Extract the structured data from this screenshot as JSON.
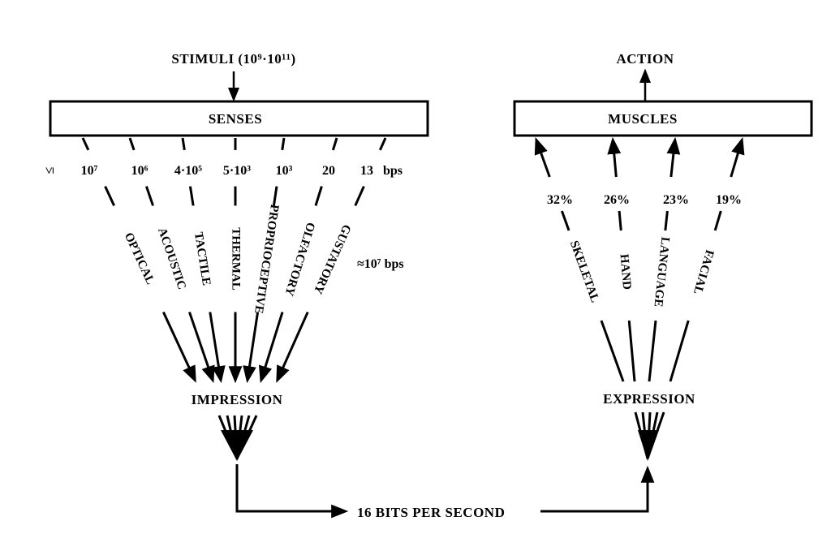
{
  "diagram": {
    "stimuli": {
      "label": "STIMULI (10⁹·10¹¹)"
    },
    "senses_box": {
      "label": "SENSES"
    },
    "sense_prefix": "≤",
    "sense_unit": "bps",
    "senses": [
      {
        "name": "OPTICAL",
        "rate": "10⁷"
      },
      {
        "name": "ACOUSTIC",
        "rate": "10⁶"
      },
      {
        "name": "TACTILE",
        "rate": "4·10⁵"
      },
      {
        "name": "THERMAL",
        "rate": "5·10³"
      },
      {
        "name": "PROPRIOCEPTIVE",
        "rate": "10³"
      },
      {
        "name": "OLFACTORY",
        "rate": "20"
      },
      {
        "name": "GUSTATORY",
        "rate": "13"
      }
    ],
    "total_input": "≈10⁷ bps",
    "impression": {
      "label": "IMPRESSION"
    },
    "channel": {
      "label": "16 BITS PER SECOND"
    },
    "expression": {
      "label": "EXPRESSION"
    },
    "muscles_box": {
      "label": "MUSCLES"
    },
    "action": {
      "label": "ACTION"
    },
    "outputs": [
      {
        "name": "SKELETAL",
        "share": "32%"
      },
      {
        "name": "HAND",
        "share": "26%"
      },
      {
        "name": "LANGUAGE",
        "share": "23%"
      },
      {
        "name": "FACIAL",
        "share": "19%"
      }
    ]
  }
}
